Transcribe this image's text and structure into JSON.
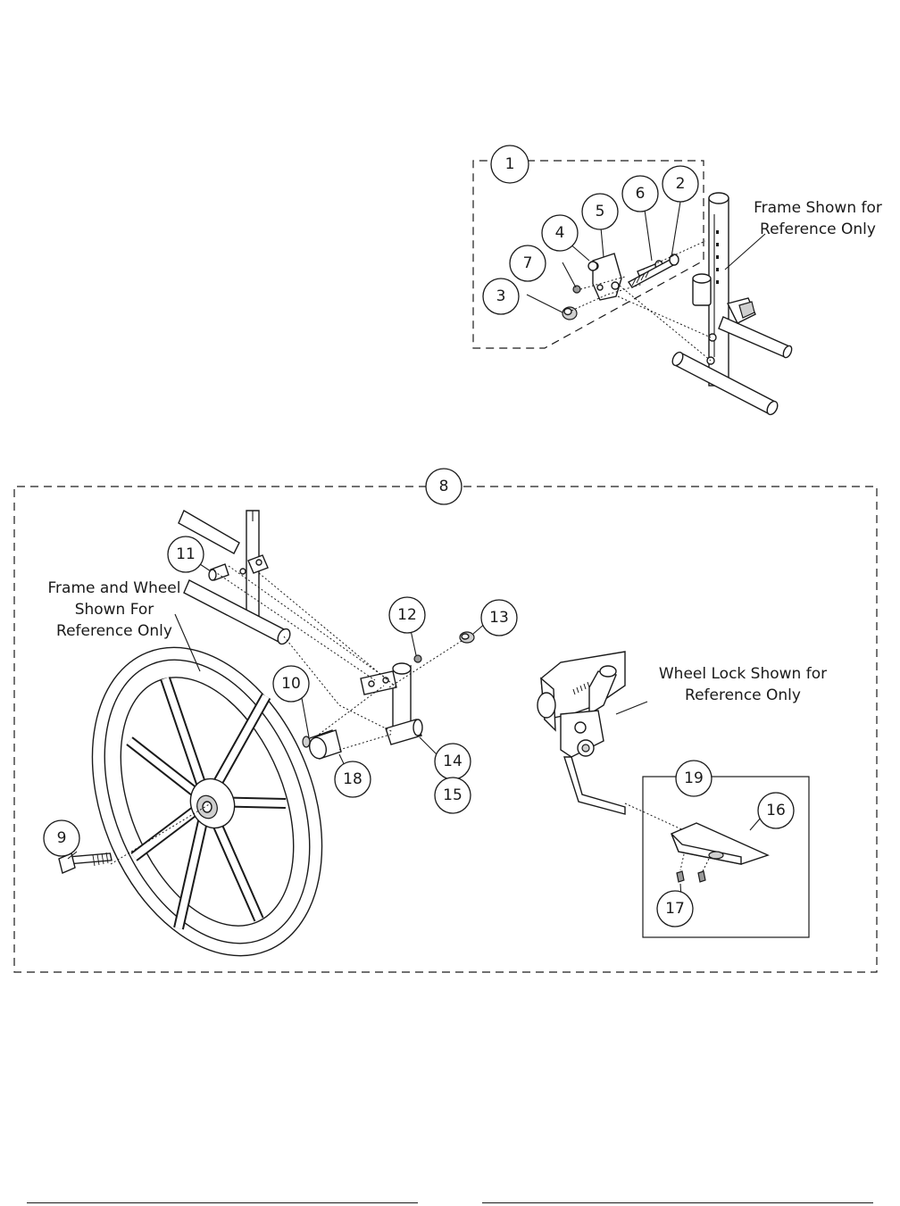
{
  "callouts": {
    "c1": "1",
    "c2": "2",
    "c3": "3",
    "c4": "4",
    "c5": "5",
    "c6": "6",
    "c7": "7",
    "c8": "8",
    "c9": "9",
    "c10": "10",
    "c11": "11",
    "c12": "12",
    "c13": "13",
    "c14": "14",
    "c15": "15",
    "c16": "16",
    "c17": "17",
    "c18": "18",
    "c19": "19"
  },
  "notes": {
    "frame_ref_line1": "Frame Shown for",
    "frame_ref_line2": "Reference Only",
    "frame_wheel_line1": "Frame and Wheel",
    "frame_wheel_line2": "Shown For",
    "frame_wheel_line3": "Reference Only",
    "wheel_lock_line1": "Wheel Lock Shown for",
    "wheel_lock_line2": "Reference Only"
  }
}
